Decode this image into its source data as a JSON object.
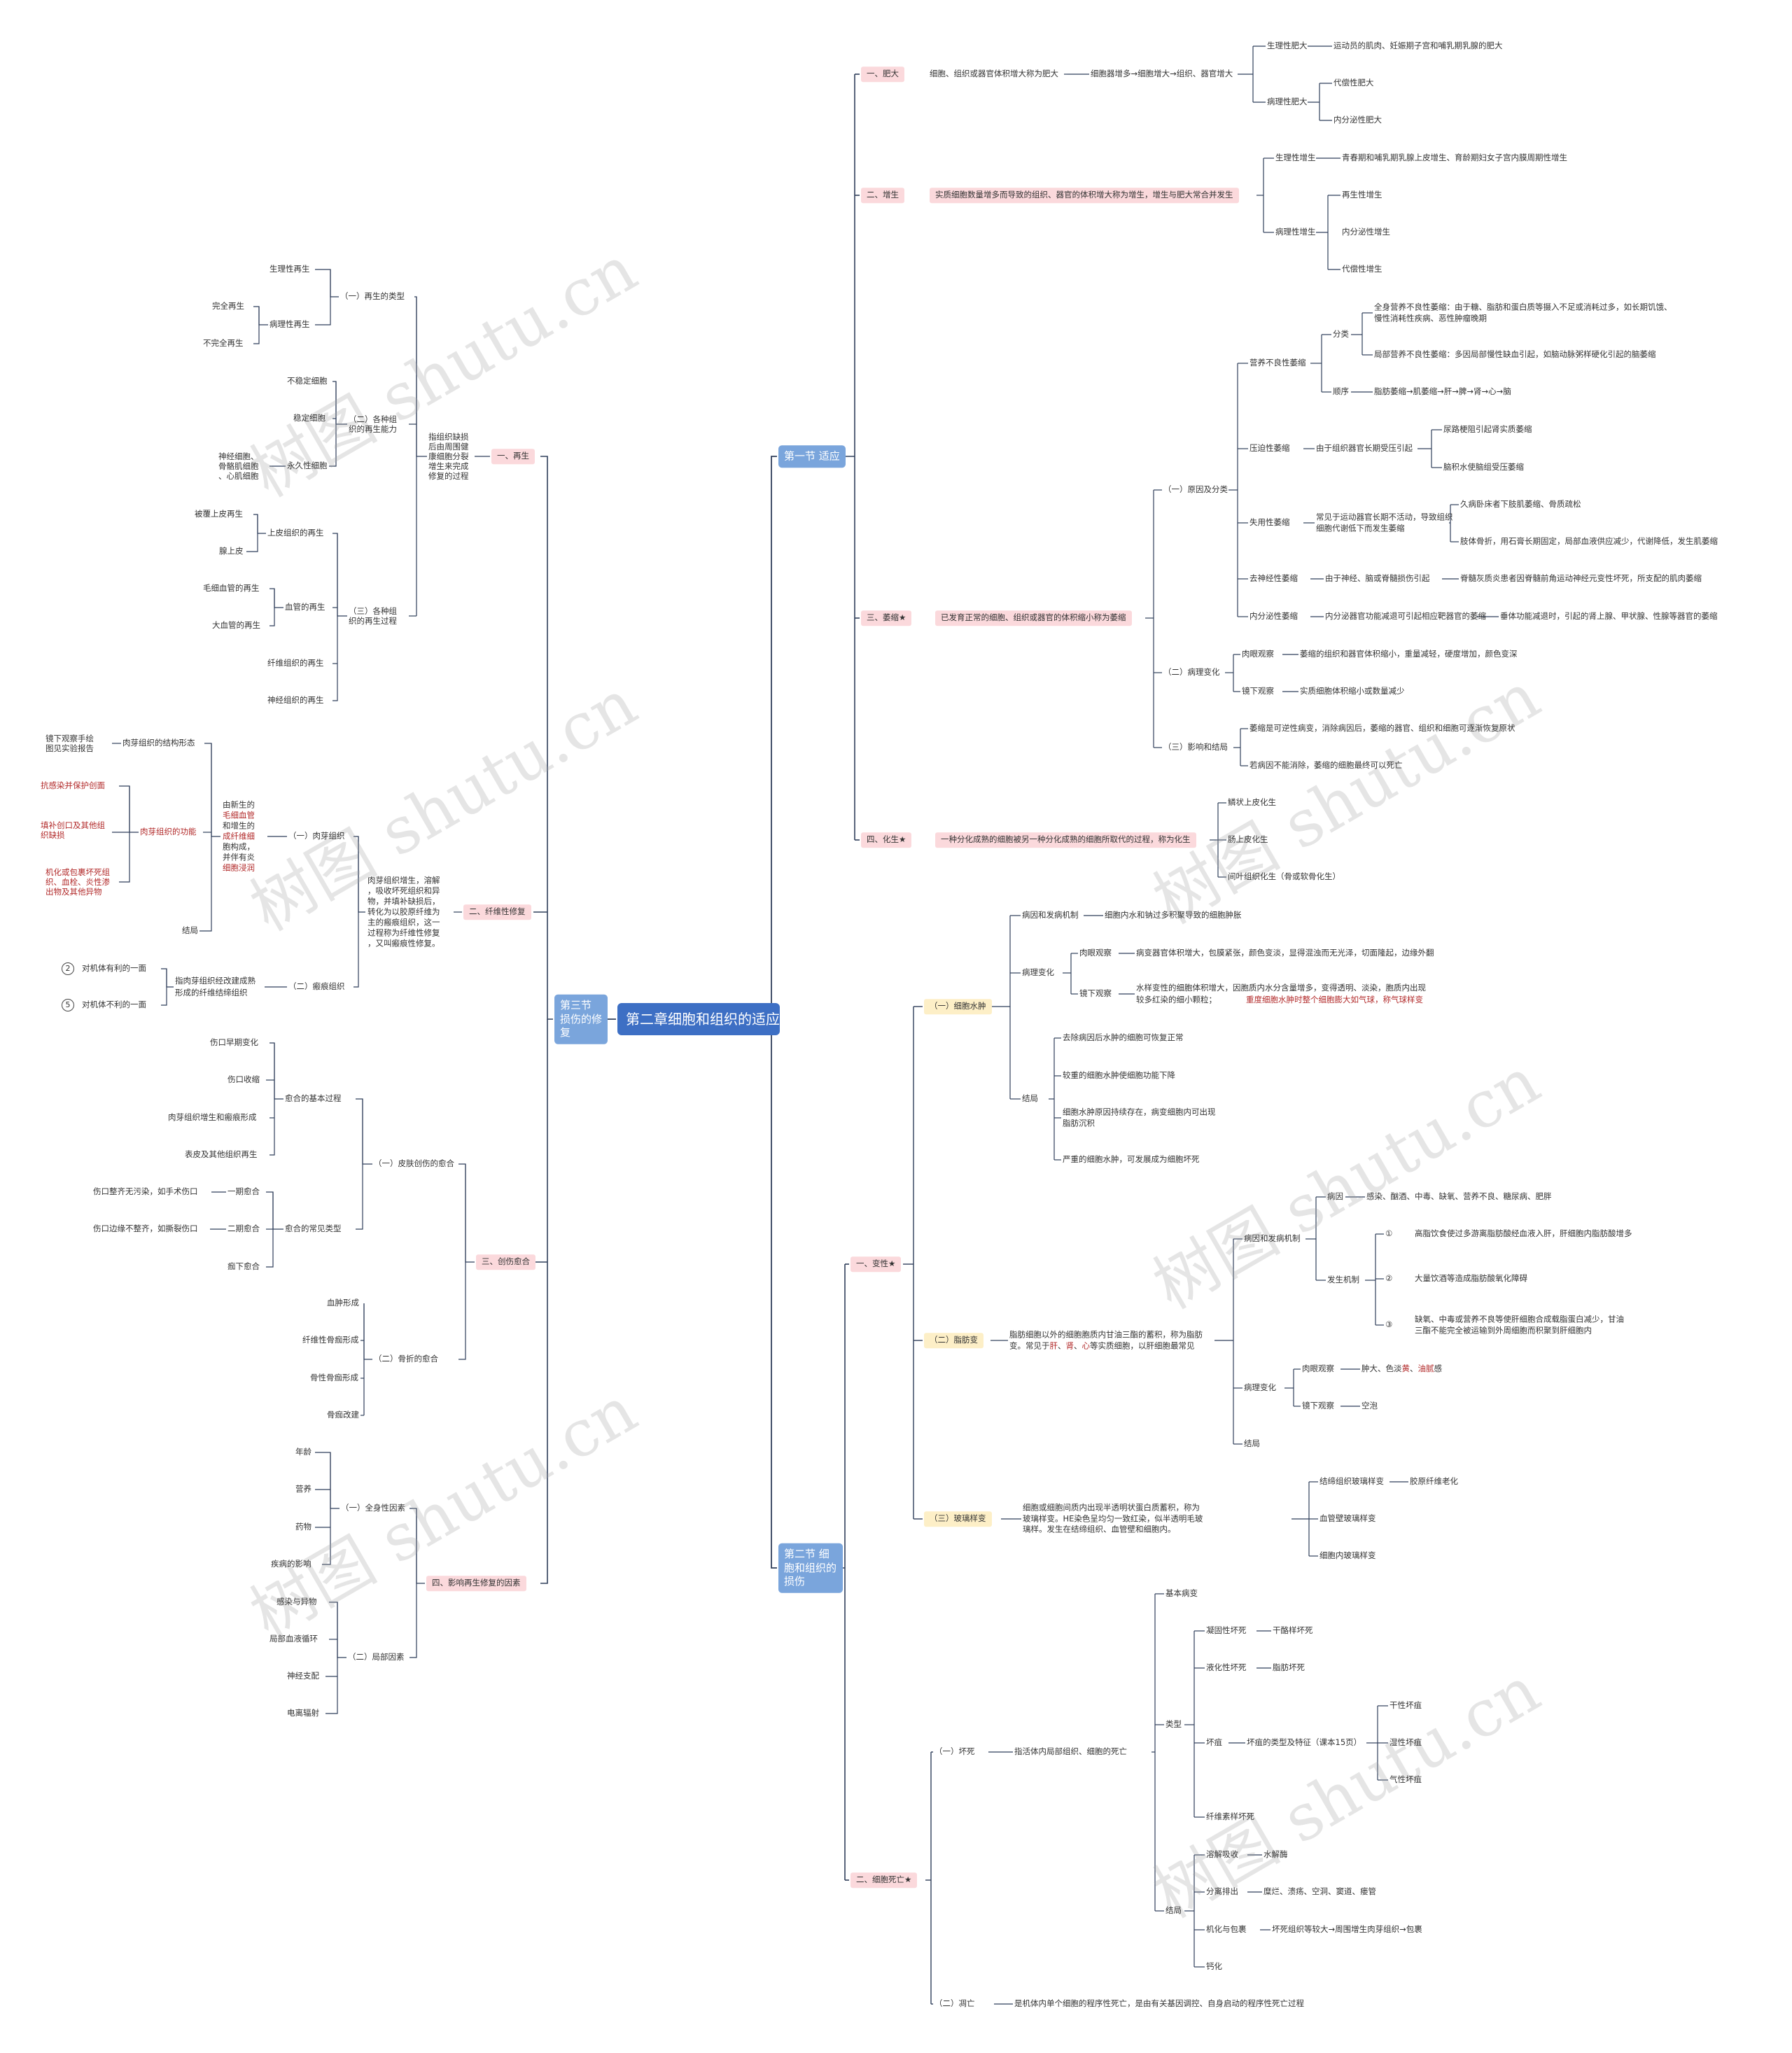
{
  "title": "第二章细胞和组织的适应、损伤与修复",
  "sections": {
    "s1": "第一节 适应",
    "s2": "第二节 细胞和组织的损伤",
    "s3": "第三节 损伤的修复"
  },
  "watermark": "树图 shutu.cn",
  "nodes": {
    "l_fd": "一、肥大",
    "l_fd_def": "细胞、组织或器官体积增大称为肥大",
    "l_fd_2": "细胞器增多→细胞增大→组织、器官增大",
    "l_fd_sl": "生理性肥大",
    "l_fd_sl_d": "运动员的肌肉、妊娠期子宫和哺乳期乳腺的肥大",
    "l_fd_bl": "病理性肥大",
    "l_fd_bl_1": "代偿性肥大",
    "l_fd_bl_2": "内分泌性肥大",
    "l_zs": "二、增生",
    "l_zs_def": "实质细胞数量增多而导致的组织、器官的体积增大称为增生，增生与肥大常合并发生",
    "l_zs_sl": "生理性增生",
    "l_zs_sl_d": "青春期和哺乳期乳腺上皮增生、育龄期妇女子宫内膜周期性增生",
    "l_zs_bl": "病理性增生",
    "l_zs_bl_1": "再生性增生",
    "l_zs_bl_2": "内分泌性增生",
    "l_zs_bl_3": "代偿性增生",
    "l_ws": "三、萎缩★",
    "l_ws_def": "已发育正常的细胞、组织或器官的体积缩小称为萎缩",
    "l_ws_yy": "（一）原因及分类",
    "l_ws_yy1": "营养不良性萎缩",
    "l_ws_fl": "分类",
    "l_ws_fl1": "全身营养不良性萎缩：由于糖、脂肪和蛋白质等摄入不足或消耗过多，如长期饥饿、慢性消耗性疾病、恶性肿瘤晚期",
    "l_ws_fl2": "局部营养不良性萎缩：多因局部慢性缺血引起，如脑动脉粥样硬化引起的脑萎缩",
    "l_ws_sx": "顺序",
    "l_ws_sx_d": "脂肪萎缩→肌萎缩→肝→脾→肾→心→脑",
    "l_ws_yy2": "压迫性萎缩",
    "l_ws_yy2_d": "由于组织器官长期受压引起",
    "l_ws_yy2_1": "尿路梗阻引起肾实质萎缩",
    "l_ws_yy2_2": "脑积水使脑组受压萎缩",
    "l_ws_yy3": "失用性萎缩",
    "l_ws_yy3_d": "常见于运动器官长期不活动，导致组织细胞代谢低下而发生萎缩",
    "l_ws_yy3_1": "久病卧床者下肢肌萎缩、骨质疏松",
    "l_ws_yy3_2": "肢体骨折，用石膏长期固定，局部血液供应减少，代谢降低，发生肌萎缩",
    "l_ws_yy4": "去神经性萎缩",
    "l_ws_yy4_d1": "由于神经、脑或脊髓损伤引起",
    "l_ws_yy4_d2": "脊髓灰质炎患者因脊髓前角运动神经元变性坏死，所支配的肌肉萎缩",
    "l_ws_yy5": "内分泌性萎缩",
    "l_ws_yy5_d1": "内分泌器官功能减退可引起相应靶器官的萎缩",
    "l_ws_yy5_d2": "垂体功能减退时，引起的肾上腺、甲状腺、性腺等器官的萎缩",
    "l_ws_bl": "（二）病理变化",
    "l_ws_bl1": "肉眼观察",
    "l_ws_bl1_d": "萎缩的组织和器官体积缩小，重量减轻，硬度增加，颜色变深",
    "l_ws_bl2": "镜下观察",
    "l_ws_bl2_d": "实质细胞体积缩小或数量减少",
    "l_ws_jg": "（三）影响和结局",
    "l_ws_jg1": "萎缩是可逆性病变，消除病因后，萎缩的器官、组织和细胞可逐渐恢复原状",
    "l_ws_jg2": "若病因不能消除，萎缩的细胞最终可以死亡",
    "l_hs": "四、化生★",
    "l_hs_def": "一种分化成熟的细胞被另一种分化成熟的细胞所取代的过程，称为化生",
    "l_hs1": "鳞状上皮化生",
    "l_hs2": "肠上皮化生",
    "l_hs3": "间叶组织化生（骨或软骨化生）",
    "l_bx": "一、变性★",
    "l_sz": "（一）细胞水肿",
    "l_sz_bj": "病因和发病机制",
    "l_sz_bj_d": "细胞内水和钠过多积聚导致的细胞肿胀",
    "l_sz_bl": "病理变化",
    "l_sz_ry": "肉眼观察",
    "l_sz_ry_d": "病变器官体积增大，包膜紧张，颜色变淡，显得混浊而无光泽，切面隆起，边缘外翻",
    "l_sz_jx": "镜下观察",
    "l_sz_jx_d1": "水样变性的细胞体积增大，因胞质内水分含量增多，变得透明、淡染，胞质内出现",
    "l_sz_jx_d2": "较多红染的细小颗粒；",
    "l_sz_jx_d3": "重度细胞水肿时整个细胞膨大如气球，称气球样变",
    "l_sz_jg": "结局",
    "l_sz_jg1": "去除病因后水肿的细胞可恢复正常",
    "l_sz_jg2": "较重的细胞水肿使细胞功能下降",
    "l_sz_jg3": "细胞水肿原因持续存在，病变细胞内可出现脂肪沉积",
    "l_sz_jg4": "严重的细胞水肿，可发展成为细胞坏死",
    "l_zb": "（二）脂肪变",
    "l_zb_def1": "脂肪细胞以外的细胞胞质内甘油三酯的蓄积，称为脂肪",
    "l_zb_def2": "变。常见于",
    "l_zb_def3": "肝",
    "l_zb_def4": "、",
    "l_zb_def5": "肾",
    "l_zb_def6": "、",
    "l_zb_def7": "心",
    "l_zb_def8": "等实质细胞，以肝细胞最常见",
    "l_zb_bj": "病因和发病机制",
    "l_zb_by": "病因",
    "l_zb_by_d": "感染、酗酒、中毒、缺氧、营养不良、糖尿病、肥胖",
    "l_zb_fs": "发生机制",
    "l_zb_n1": "①",
    "l_zb_n1_d": "高脂饮食使过多游离脂肪酸经血液入肝，肝细胞内脂肪酸增多",
    "l_zb_n2": "②",
    "l_zb_n2_d": "大量饮酒等造成脂肪酸氧化障碍",
    "l_zb_n3": "③",
    "l_zb_n3_d": "缺氧、中毒或营养不良等使肝细胞合成载脂蛋白减少，甘油三酯不能完全被运输到外周细胞而积聚到肝细胞内",
    "l_zb_bl": "病理变化",
    "l_zb_ry": "肉眼观察",
    "l_zb_ry_d1": "肿大、色淡",
    "l_zb_ry_d2": "黄",
    "l_zb_ry_d3": "、",
    "l_zb_ry_d4": "油腻",
    "l_zb_ry_d5": "感",
    "l_zb_jx": "镜下观察",
    "l_zb_jx_d": "空泡",
    "l_zb_jg": "结局",
    "l_bl": "（三）玻璃样变",
    "l_bl_def": "细胞或细胞间质内出现半透明状蛋白质蓄积，称为玻璃样变。HE染色呈均匀一致红染，似半透明毛玻璃样。发生在结缔组织、血管壁和细胞内。",
    "l_bl1": "结缔组织玻璃样变",
    "l_bl1_d": "胶原纤维老化",
    "l_bl2": "血管壁玻璃样变",
    "l_bl3": "细胞内玻璃样变",
    "l_sw": "二、细胞死亡★",
    "l_hs_n": "（一）坏死",
    "l_hs_n_d": "指活体内局部组织、细胞的死亡",
    "l_hs_jb": "基本病变",
    "l_hs_lx": "类型",
    "l_hs_t1": "凝固性坏死",
    "l_hs_t1_d": "干酪样坏死",
    "l_hs_t2": "液化性坏死",
    "l_hs_t2_d": "脂肪坏死",
    "l_hs_t3": "坏疽",
    "l_hs_t3_d": "坏疽的类型及特征（课本15页）",
    "l_hs_t3_1": "干性坏疽",
    "l_hs_t3_2": "湿性坏疽",
    "l_hs_t3_3": "气性坏疽",
    "l_hs_t4": "纤维素样坏死",
    "l_hs_jg": "结局",
    "l_hs_jg1": "溶解吸收",
    "l_hs_jg1_d": "水解酶",
    "l_hs_jg2": "分离排出",
    "l_hs_jg2_d": "糜烂、溃疡、空洞、窦道、瘘管",
    "l_hs_jg3": "机化与包裹",
    "l_hs_jg3_d": "坏死组织等较大→周围增生肉芽组织→包裹",
    "l_hs_jg4": "钙化",
    "l_dw": "（二）凋亡",
    "l_dw_d": "是机体内单个细胞的程序性死亡，是由有关基因调控、自身启动的程序性死亡过程",
    "r_zs": "一、再生",
    "r_zs_def1": "指组织缺损",
    "r_zs_def2": "后由周围健",
    "r_zs_def3": "康细胞分裂",
    "r_zs_def4": "增生来完成",
    "r_zs_def5": "修复的过程",
    "r_zs_lx": "（一）再生的类型",
    "r_zs_lx1": "生理性再生",
    "r_zs_lx2": "病理性再生",
    "r_zs_lx2_1": "完全再生",
    "r_zs_lx2_2": "不完全再生",
    "r_zs_nl1": "（二）各种组",
    "r_zs_nl2": "织的再生能力",
    "r_zs_nl_1": "不稳定细胞",
    "r_zs_nl_2": "稳定细胞",
    "r_zs_nl_3": "永久性细胞",
    "r_zs_nl_3d1": "神经细胞、",
    "r_zs_nl_3d2": "骨骼肌细胞",
    "r_zs_nl_3d3": "、心肌细胞",
    "r_zs_gc1": "（三）各种组",
    "r_zs_gc2": "织的再生过程",
    "r_zs_gc_1": "上皮组织的再生",
    "r_zs_gc_1a": "被覆上皮再生",
    "r_zs_gc_1b": "腺上皮",
    "r_zs_gc_2": "血管的再生",
    "r_zs_gc_2a": "毛细血管的再生",
    "r_zs_gc_2b": "大血管的再生",
    "r_zs_gc_3": "纤维组织的再生",
    "r_zs_gc_4": "神经组织的再生",
    "r_xw": "二、纤维性修复",
    "r_xw_def1": "肉芽组织增生，溶解",
    "r_xw_def2": "，吸收坏死组织和异",
    "r_xw_def3": "物，并填补缺损后，",
    "r_xw_def4": "转化为以胶原纤维为",
    "r_xw_def5": "主的瘢痕组织，这一",
    "r_xw_def6": "过程称为纤维性修复",
    "r_xw_def7": "，又叫瘢痕性修复。",
    "r_xw_ry": "（一）肉芽组织",
    "r_xw_ry_c1": "由新生的",
    "r_xw_ry_c2": "毛细血管",
    "r_xw_ry_c3": "和增生的",
    "r_xw_ry_c4": "成纤维细",
    "r_xw_ry_c5": "胞构成，",
    "r_xw_ry_c6": "并伴有炎",
    "r_xw_ry_c7": "细胞浸润",
    "r_xw_jg": "肉芽组织的结构形态",
    "r_xw_jg_d1": "镜下观察手绘",
    "r_xw_jg_d2": "图见实验报告",
    "r_xw_gn": "肉芽组织的功能",
    "r_xw_gn1": "抗感染并保护创面",
    "r_xw_gn2a": "填补创口及其他组",
    "r_xw_gn2b": "织缺损",
    "r_xw_gn3a": "机化或包裹坏死组",
    "r_xw_gn3b": "织、血栓、炎性渗",
    "r_xw_gn3c": "出物及其他异物",
    "r_xw_jj": "结局",
    "r_xw_bh": "（二）瘢痕组织",
    "r_xw_bh_d1": "指肉芽组织经改建成熟",
    "r_xw_bh_d2": "形成的纤维结缔组织",
    "r_xw_n2": "2",
    "r_xw_n2_d": "对机体有利的一面",
    "r_xw_n5": "5",
    "r_xw_n5_d": "对机体不利的一面",
    "r_cy": "三、创伤愈合",
    "r_cy_pf": "（一）皮肤创伤的愈合",
    "r_cy_jb": "愈合的基本过程",
    "r_cy_jb1": "伤口早期变化",
    "r_cy_jb2": "伤口收缩",
    "r_cy_jb3": "肉芽组织增生和瘢痕形成",
    "r_cy_jb4": "表皮及其他组织再生",
    "r_cy_lx": "愈合的常见类型",
    "r_cy_lx1": "一期愈合",
    "r_cy_lx1_d": "伤口整齐无污染，如手术伤口",
    "r_cy_lx2": "二期愈合",
    "r_cy_lx2_d": "伤口边缘不整齐，如撕裂伤口",
    "r_cy_lx3": "痂下愈合",
    "r_cy_gz": "（二）骨折的愈合",
    "r_cy_gz1": "血肿形成",
    "r_cy_gz2": "纤维性骨痂形成",
    "r_cy_gz3": "骨性骨痂形成",
    "r_cy_gz4": "骨痂改建",
    "r_yx": "四、影响再生修复的因素",
    "r_yx_qs": "（一）全身性因素",
    "r_yx_qs1": "年龄",
    "r_yx_qs2": "营养",
    "r_yx_qs3": "药物",
    "r_yx_qs4": "疾病的影响",
    "r_yx_jb": "（二）局部因素",
    "r_yx_jb1": "感染与异物",
    "r_yx_jb2": "局部血液循环",
    "r_yx_jb3": "神经支配",
    "r_yx_jb4": "电离辐射"
  }
}
